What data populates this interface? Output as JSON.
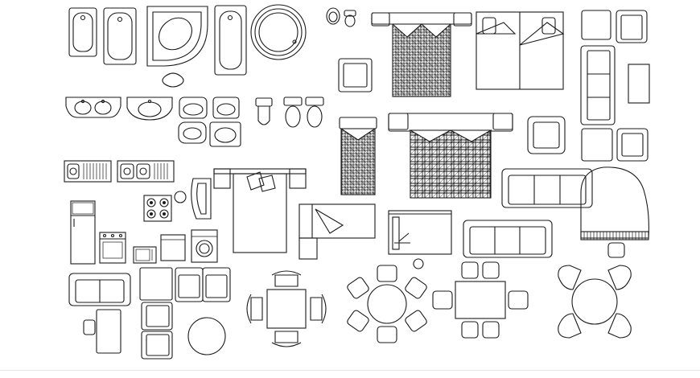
{
  "drawing": {
    "type": "furniture-plan-blocks",
    "labels_present": false,
    "colors": {
      "line": "#1a1a1a",
      "background": "#ffffff"
    }
  },
  "groups": [
    {
      "name": "bathroom-fixtures",
      "items": [
        "bathtub",
        "bathtub",
        "corner-bathtub",
        "bathtub",
        "round-bathtub",
        "wash-basin",
        "toilet",
        "oval-basin"
      ]
    },
    {
      "name": "bathroom-sinks-toilets",
      "items": [
        "double-basin-vanity",
        "basin-vanity",
        "basin",
        "basin",
        "basin",
        "basin",
        "toilet",
        "toilet",
        "toilet"
      ]
    },
    {
      "name": "kitchen",
      "items": [
        "double-sink",
        "double-sink",
        "gas-hob",
        "refrigerator",
        "oven",
        "microwave",
        "washing-machine",
        "cabinet"
      ]
    },
    {
      "name": "bedroom",
      "items": [
        "double-bed",
        "double-bed",
        "single-bed",
        "twin-beds",
        "double-bed",
        "single-bed",
        "wardrobe-bed"
      ]
    },
    {
      "name": "living",
      "items": [
        "armchair",
        "armchair",
        "sofa",
        "armchair",
        "armchair",
        "three-seat-sofa",
        "three-seat-sofa",
        "grand-piano",
        "loveseat",
        "chairs"
      ]
    },
    {
      "name": "dining",
      "items": [
        "square-table-4-chairs",
        "round-table-6-chairs",
        "rect-table-6-chairs",
        "round-table-4-lounge-chairs",
        "round-table",
        "desk-chair"
      ]
    }
  ]
}
